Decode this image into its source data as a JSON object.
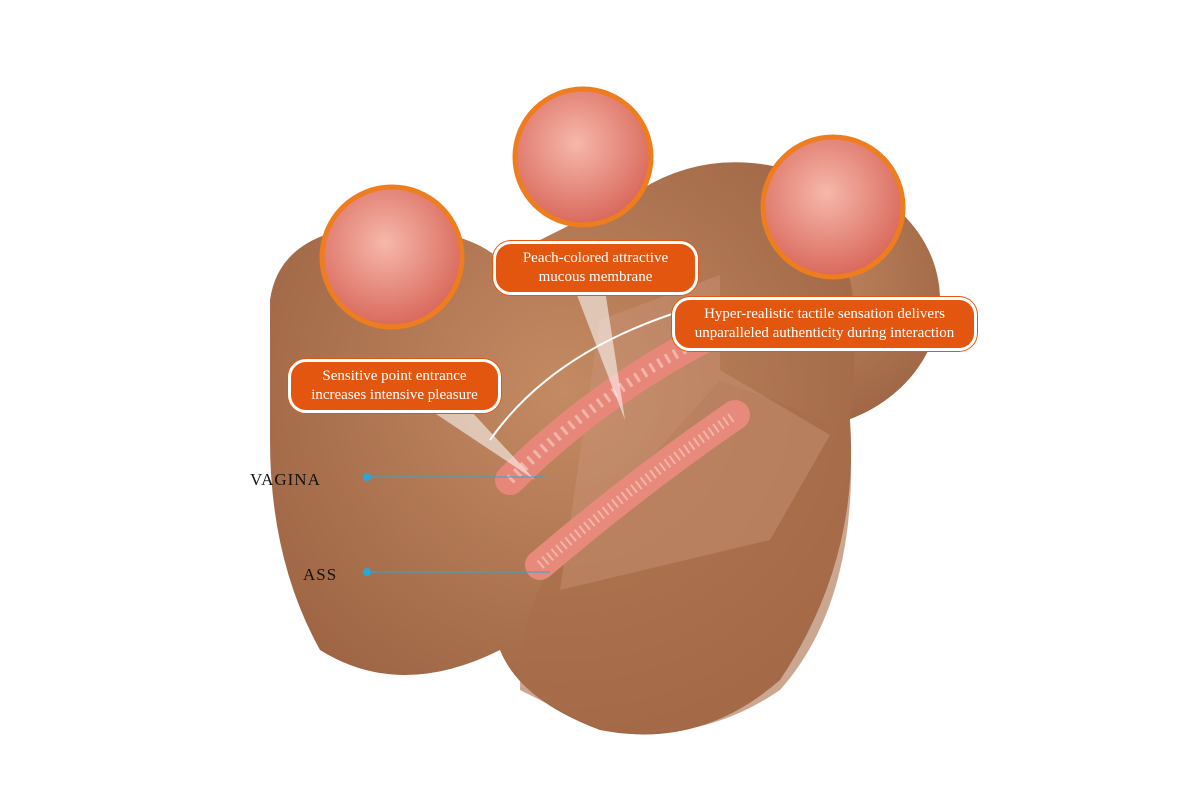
{
  "callouts": {
    "membrane": [
      "Peach-colored attractive",
      "mucous membrane"
    ],
    "tactile": [
      "Hyper-realistic tactile sensation delivers",
      "unparalleled authenticity during interaction"
    ],
    "entrance": [
      "Sensitive point entrance",
      "increases intensive pleasure"
    ]
  },
  "labels": {
    "upper": "VAGINA",
    "lower": "ASS"
  },
  "colors": {
    "callout": "#e3560f",
    "body": "#b07652",
    "interior": "#e8857a",
    "marker": "#2aa7d9"
  }
}
